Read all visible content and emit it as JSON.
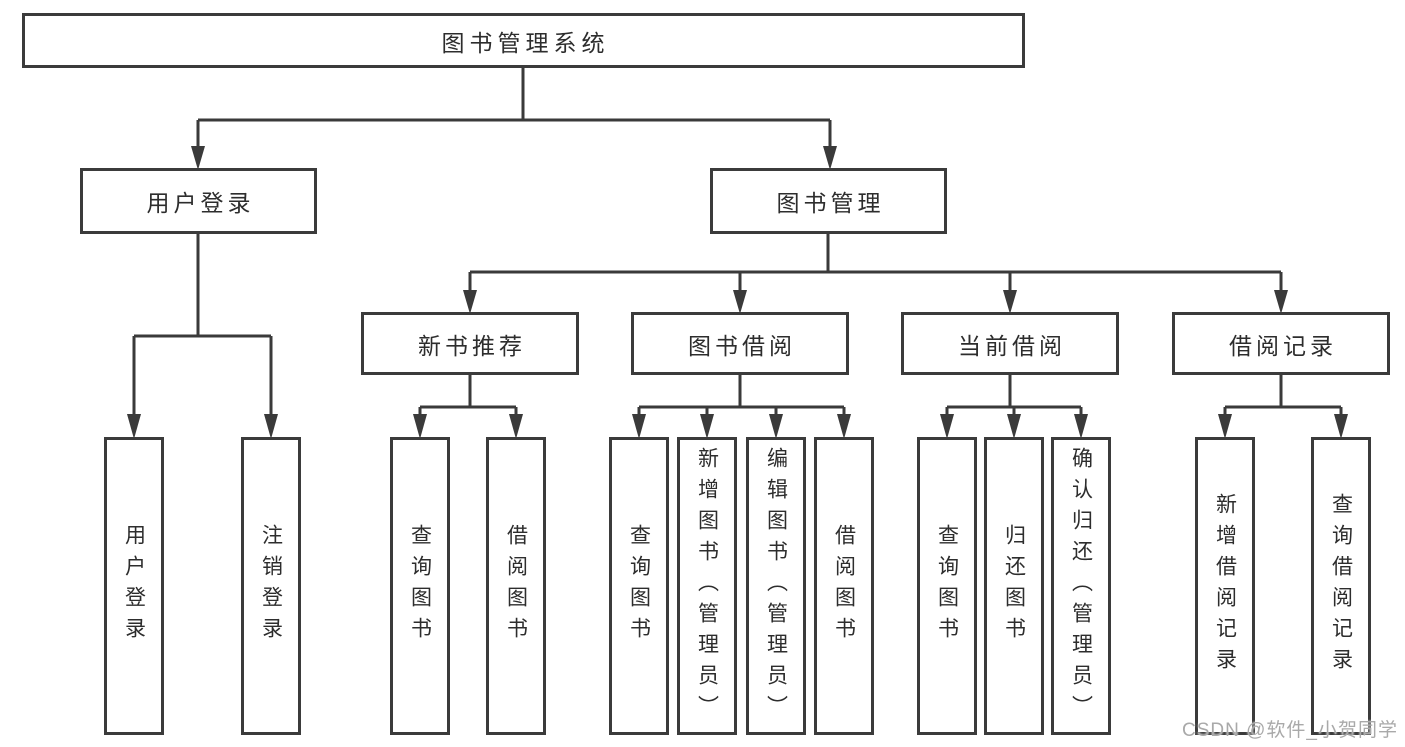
{
  "diagram": {
    "title": "图书管理系统",
    "nodes": {
      "root": {
        "label": "图书管理系统"
      },
      "level2": [
        {
          "label": "用户登录"
        },
        {
          "label": "图书管理"
        }
      ],
      "level3": [
        {
          "label": "新书推荐",
          "parent": "图书管理"
        },
        {
          "label": "图书借阅",
          "parent": "图书管理"
        },
        {
          "label": "当前借阅",
          "parent": "图书管理"
        },
        {
          "label": "借阅记录",
          "parent": "图书管理"
        }
      ],
      "leaves": [
        {
          "label": "用户登录",
          "parent": "用户登录"
        },
        {
          "label": "注销登录",
          "parent": "用户登录"
        },
        {
          "label": "查询图书",
          "parent": "新书推荐"
        },
        {
          "label": "借阅图书",
          "parent": "新书推荐"
        },
        {
          "label": "查询图书",
          "parent": "图书借阅"
        },
        {
          "label": "新增图书（管理员）",
          "parent": "图书借阅"
        },
        {
          "label": "编辑图书（管理员）",
          "parent": "图书借阅"
        },
        {
          "label": "借阅图书",
          "parent": "图书借阅"
        },
        {
          "label": "查询图书",
          "parent": "当前借阅"
        },
        {
          "label": "归还图书",
          "parent": "当前借阅"
        },
        {
          "label": "确认归还（管理员）",
          "parent": "当前借阅"
        },
        {
          "label": "新增借阅记录",
          "parent": "借阅记录"
        },
        {
          "label": "查询借阅记录",
          "parent": "借阅记录"
        }
      ]
    },
    "colors": {
      "line": "#3a3a3a",
      "box_border": "#3b3b3b",
      "text": "#2d2d2d",
      "background": "#ffffff",
      "watermark": "#a9a9a9"
    }
  },
  "watermark": {
    "text": "CSDN @软件_小贺同学"
  }
}
